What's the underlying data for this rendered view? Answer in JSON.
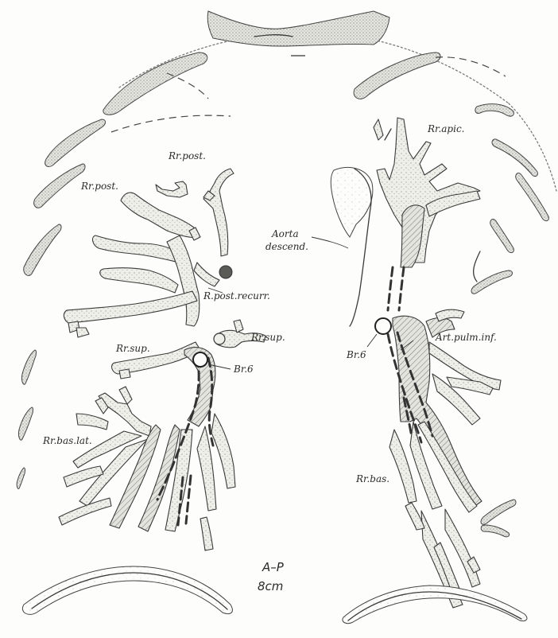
{
  "labels": {
    "rr_post_upper": "Rr.post.",
    "rr_post_left": "Rr.post.",
    "rr_apic": "Rr.apic.",
    "aorta_descend_1": "Aorta",
    "aorta_descend_2": "descend.",
    "r_post_recurr": "R.post.recurr.",
    "rr_sup_right": "Rr.sup.",
    "rr_sup_left": "Rr.sup.",
    "br6_left": "Br.6",
    "br6_right": "Br.6",
    "art_pulm_inf": "Art.pulm.inf.",
    "rr_bas_lat": "Rr.bas.lat.",
    "rr_bas": "Rr.bas.",
    "projection": "A–P",
    "depth": "8cm"
  }
}
